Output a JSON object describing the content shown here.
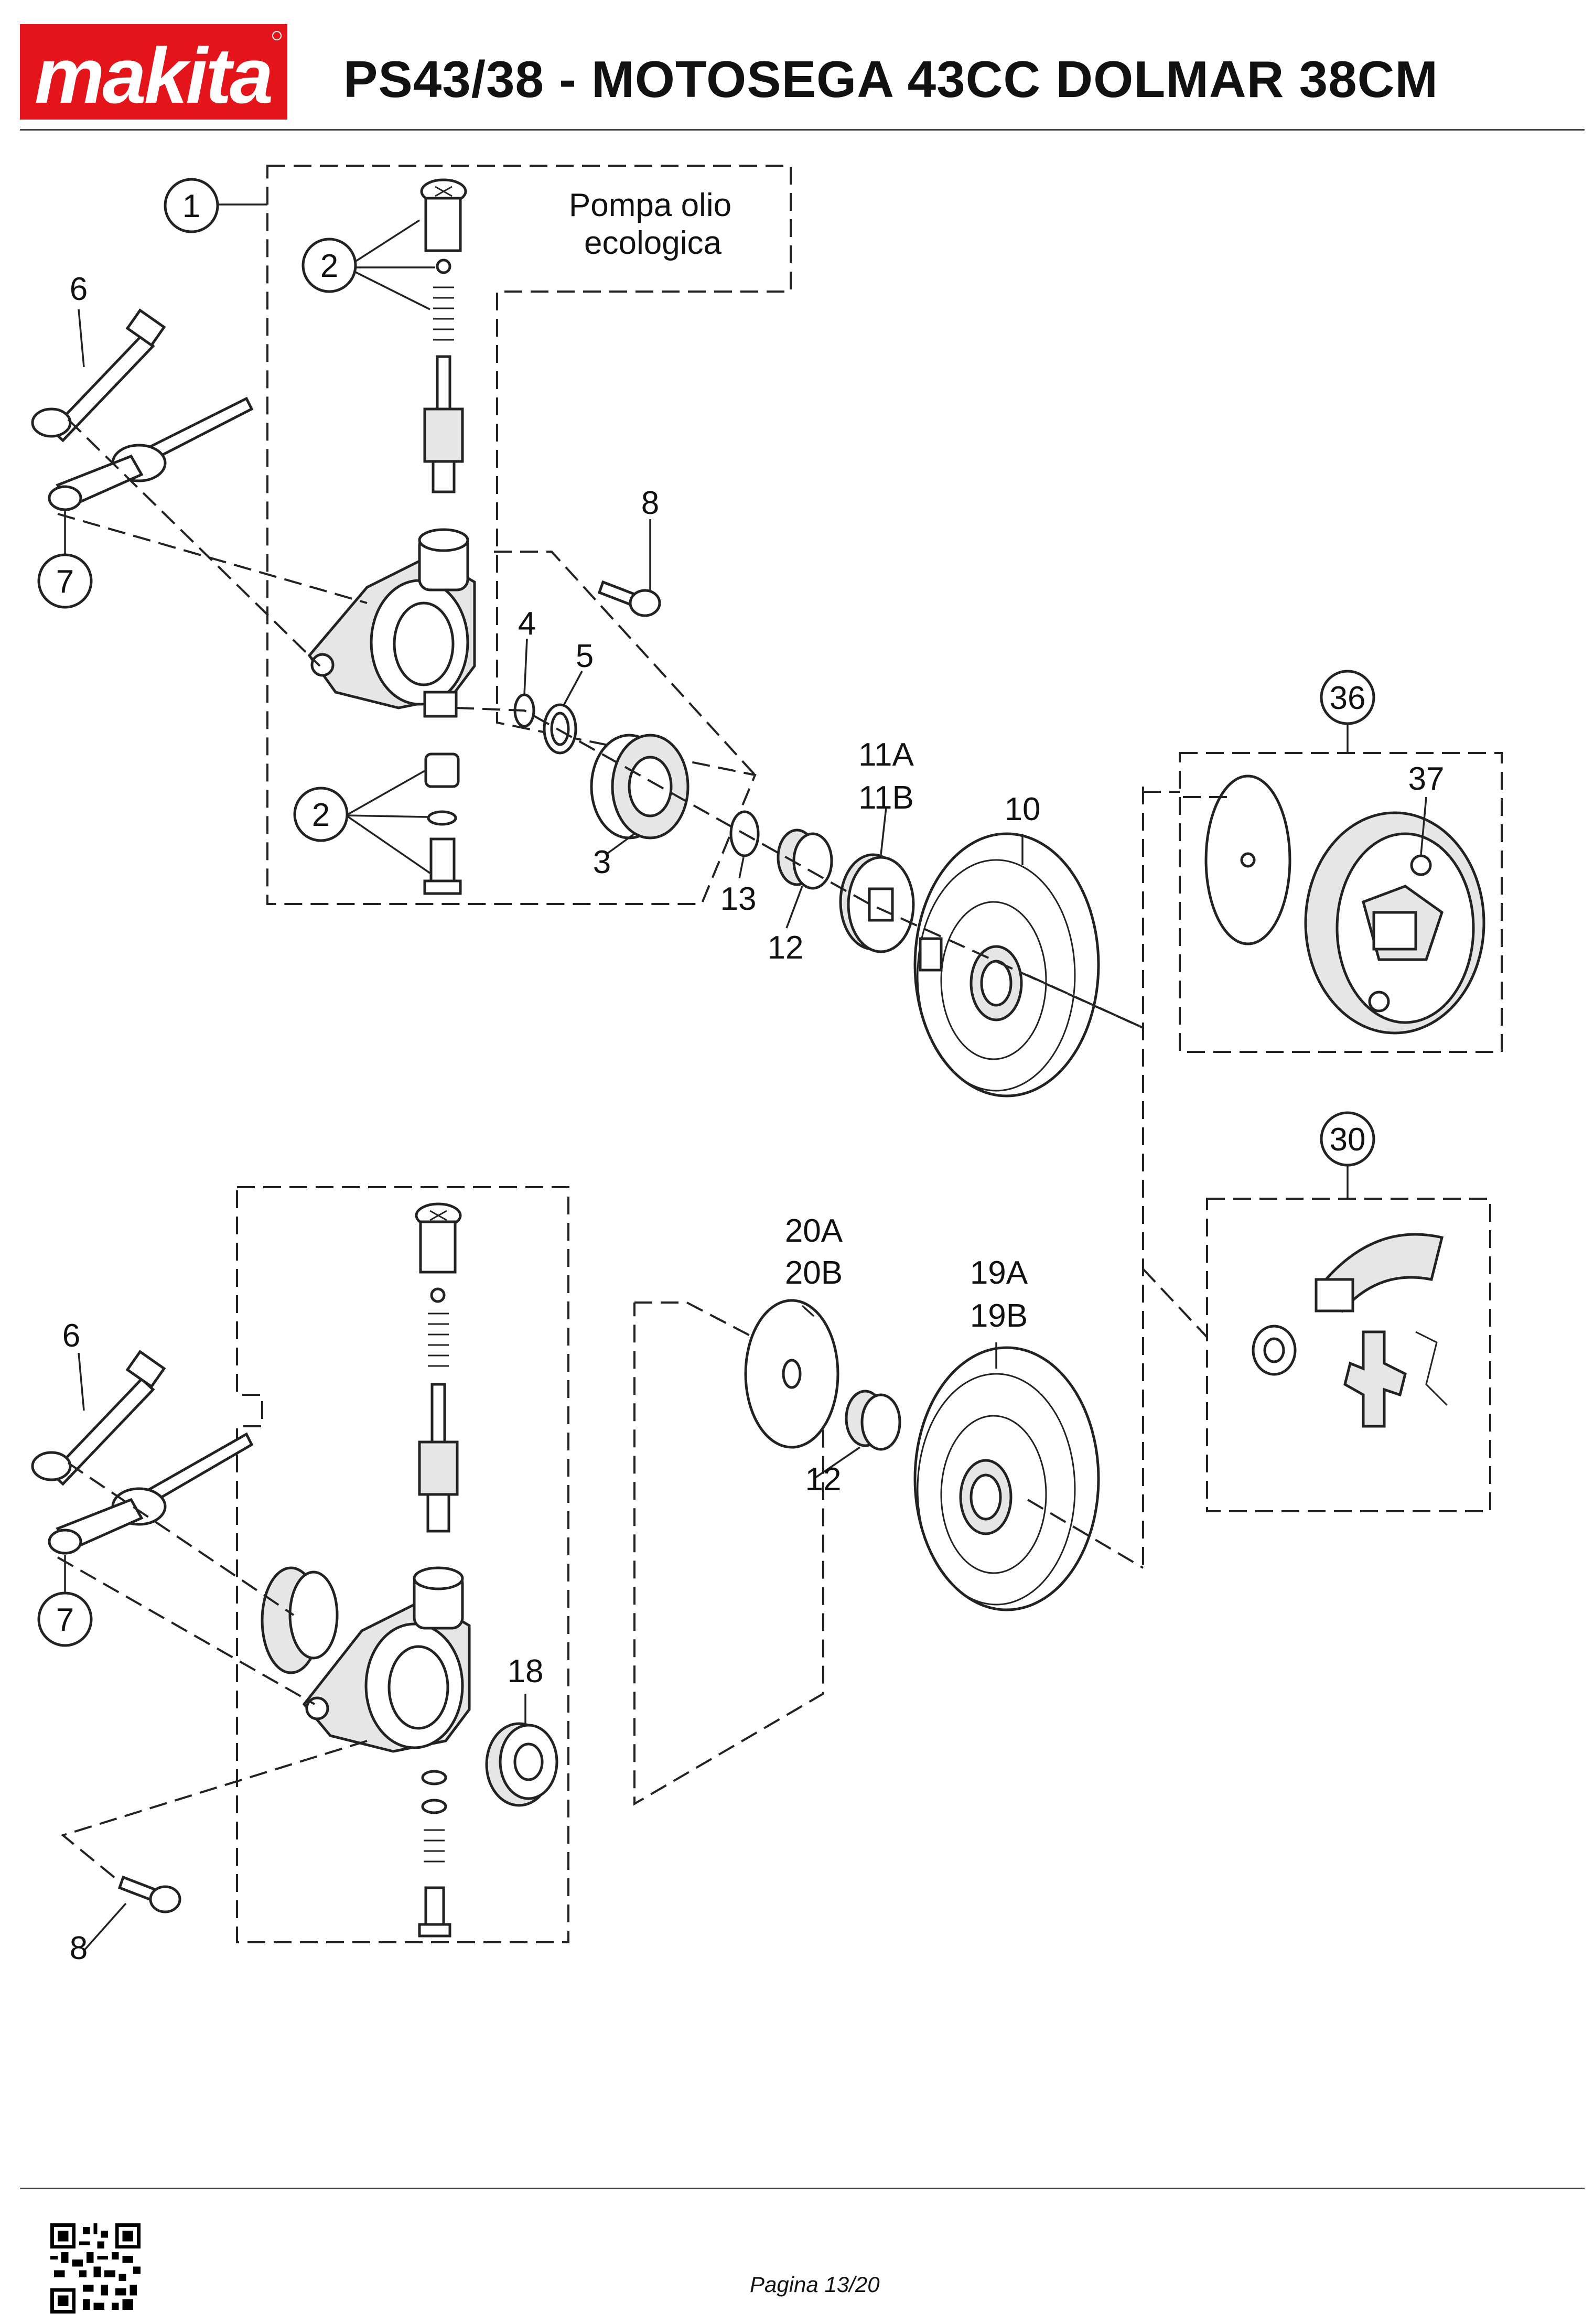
{
  "brand": {
    "name": "makita",
    "color": "#e4141b"
  },
  "header": {
    "title": "PS43/38 - MOTOSEGA 43CC DOLMAR 38CM"
  },
  "diagram": {
    "callouts": {
      "c1": "1",
      "c2a": "2",
      "c2b": "2",
      "c3": "3",
      "c4": "4",
      "c5": "5",
      "c6a": "6",
      "c6b": "6",
      "c7a": "7",
      "c7b": "7",
      "c8a": "8",
      "c8b": "8",
      "c10": "10",
      "c11a": "11A",
      "c11b": "11B",
      "c12a": "12",
      "c12b": "12",
      "c13": "13",
      "c18": "18",
      "c19a": "19A",
      "c19b": "19B",
      "c20a": "20A",
      "c20b": "20B",
      "c30": "30",
      "c36": "36",
      "c37": "37"
    },
    "group_note": {
      "line1": "Pompa olio",
      "line2": "ecologica"
    }
  },
  "footer": {
    "page": "Pagina 13/20"
  }
}
